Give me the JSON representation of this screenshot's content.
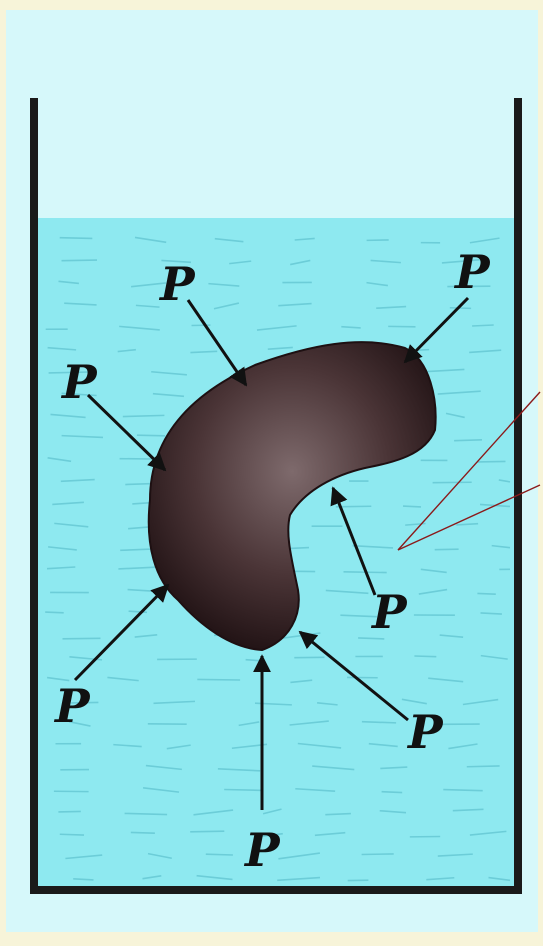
{
  "colors": {
    "page_background": "#F7F4D9",
    "panel_background": "#D6F8FA",
    "water": "#8EE9F0",
    "water_line_dashes": "#6CCDD8",
    "container_wall": "#1A1A1A",
    "object_dark": "#2A1818",
    "object_light": "#7E6A6C",
    "arrow": "#111111",
    "callout_line": "#8B1A1A"
  },
  "diagram": {
    "description_labels": {
      "force_symbol": "P"
    },
    "pressure_arrows": [
      {
        "label": "P",
        "id": "top-center"
      },
      {
        "label": "P",
        "id": "top-right"
      },
      {
        "label": "P",
        "id": "left-upper"
      },
      {
        "label": "P",
        "id": "inner-concave"
      },
      {
        "label": "P",
        "id": "lower-left"
      },
      {
        "label": "P",
        "id": "lower-right"
      },
      {
        "label": "P",
        "id": "bottom"
      }
    ],
    "icons": {
      "container": "beaker-container-icon",
      "object": "submerged-curved-object-icon",
      "callout": "callout-pointer-icon"
    }
  }
}
